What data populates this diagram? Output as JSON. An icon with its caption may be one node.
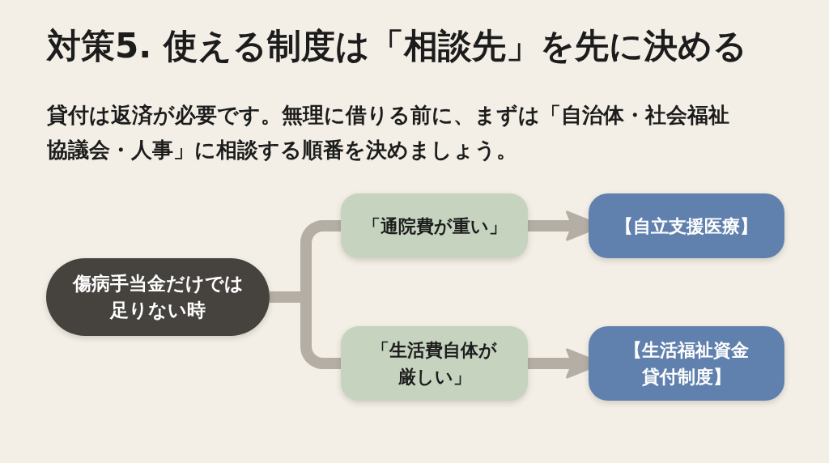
{
  "diagram": {
    "title": "対策5. 使える制度は「相談先」を先に決める",
    "nodes": [
      {
        "text": [
          "傷病手当金だけでは足りない時"
        ]
      },
      {
        "text": [
          "「通院費が重い」"
        ]
      },
      {
        "text": [
          "「生活費自体が厳しい」"
        ]
      },
      {
        "text": [
          "【自立支援医療】"
        ]
      },
      {
        "text": [
          "【生活福祉資金貸付制度】"
        ]
      }
    ],
    "edges": [
      {
        "from": 0,
        "to": 1,
        "arrow": "none"
      },
      {
        "from": 0,
        "to": 2,
        "arrow": "none"
      },
      {
        "from": 1,
        "to": 3,
        "arrow": "to"
      },
      {
        "from": 2,
        "to": 4,
        "arrow": "to"
      }
    ],
    "labels": [
      "貸付は返済が必要です。無理に借りる前に、まずは「自治体・社会福祉協議会・人事」に相談する順番を決めましょう。"
    ]
  }
}
